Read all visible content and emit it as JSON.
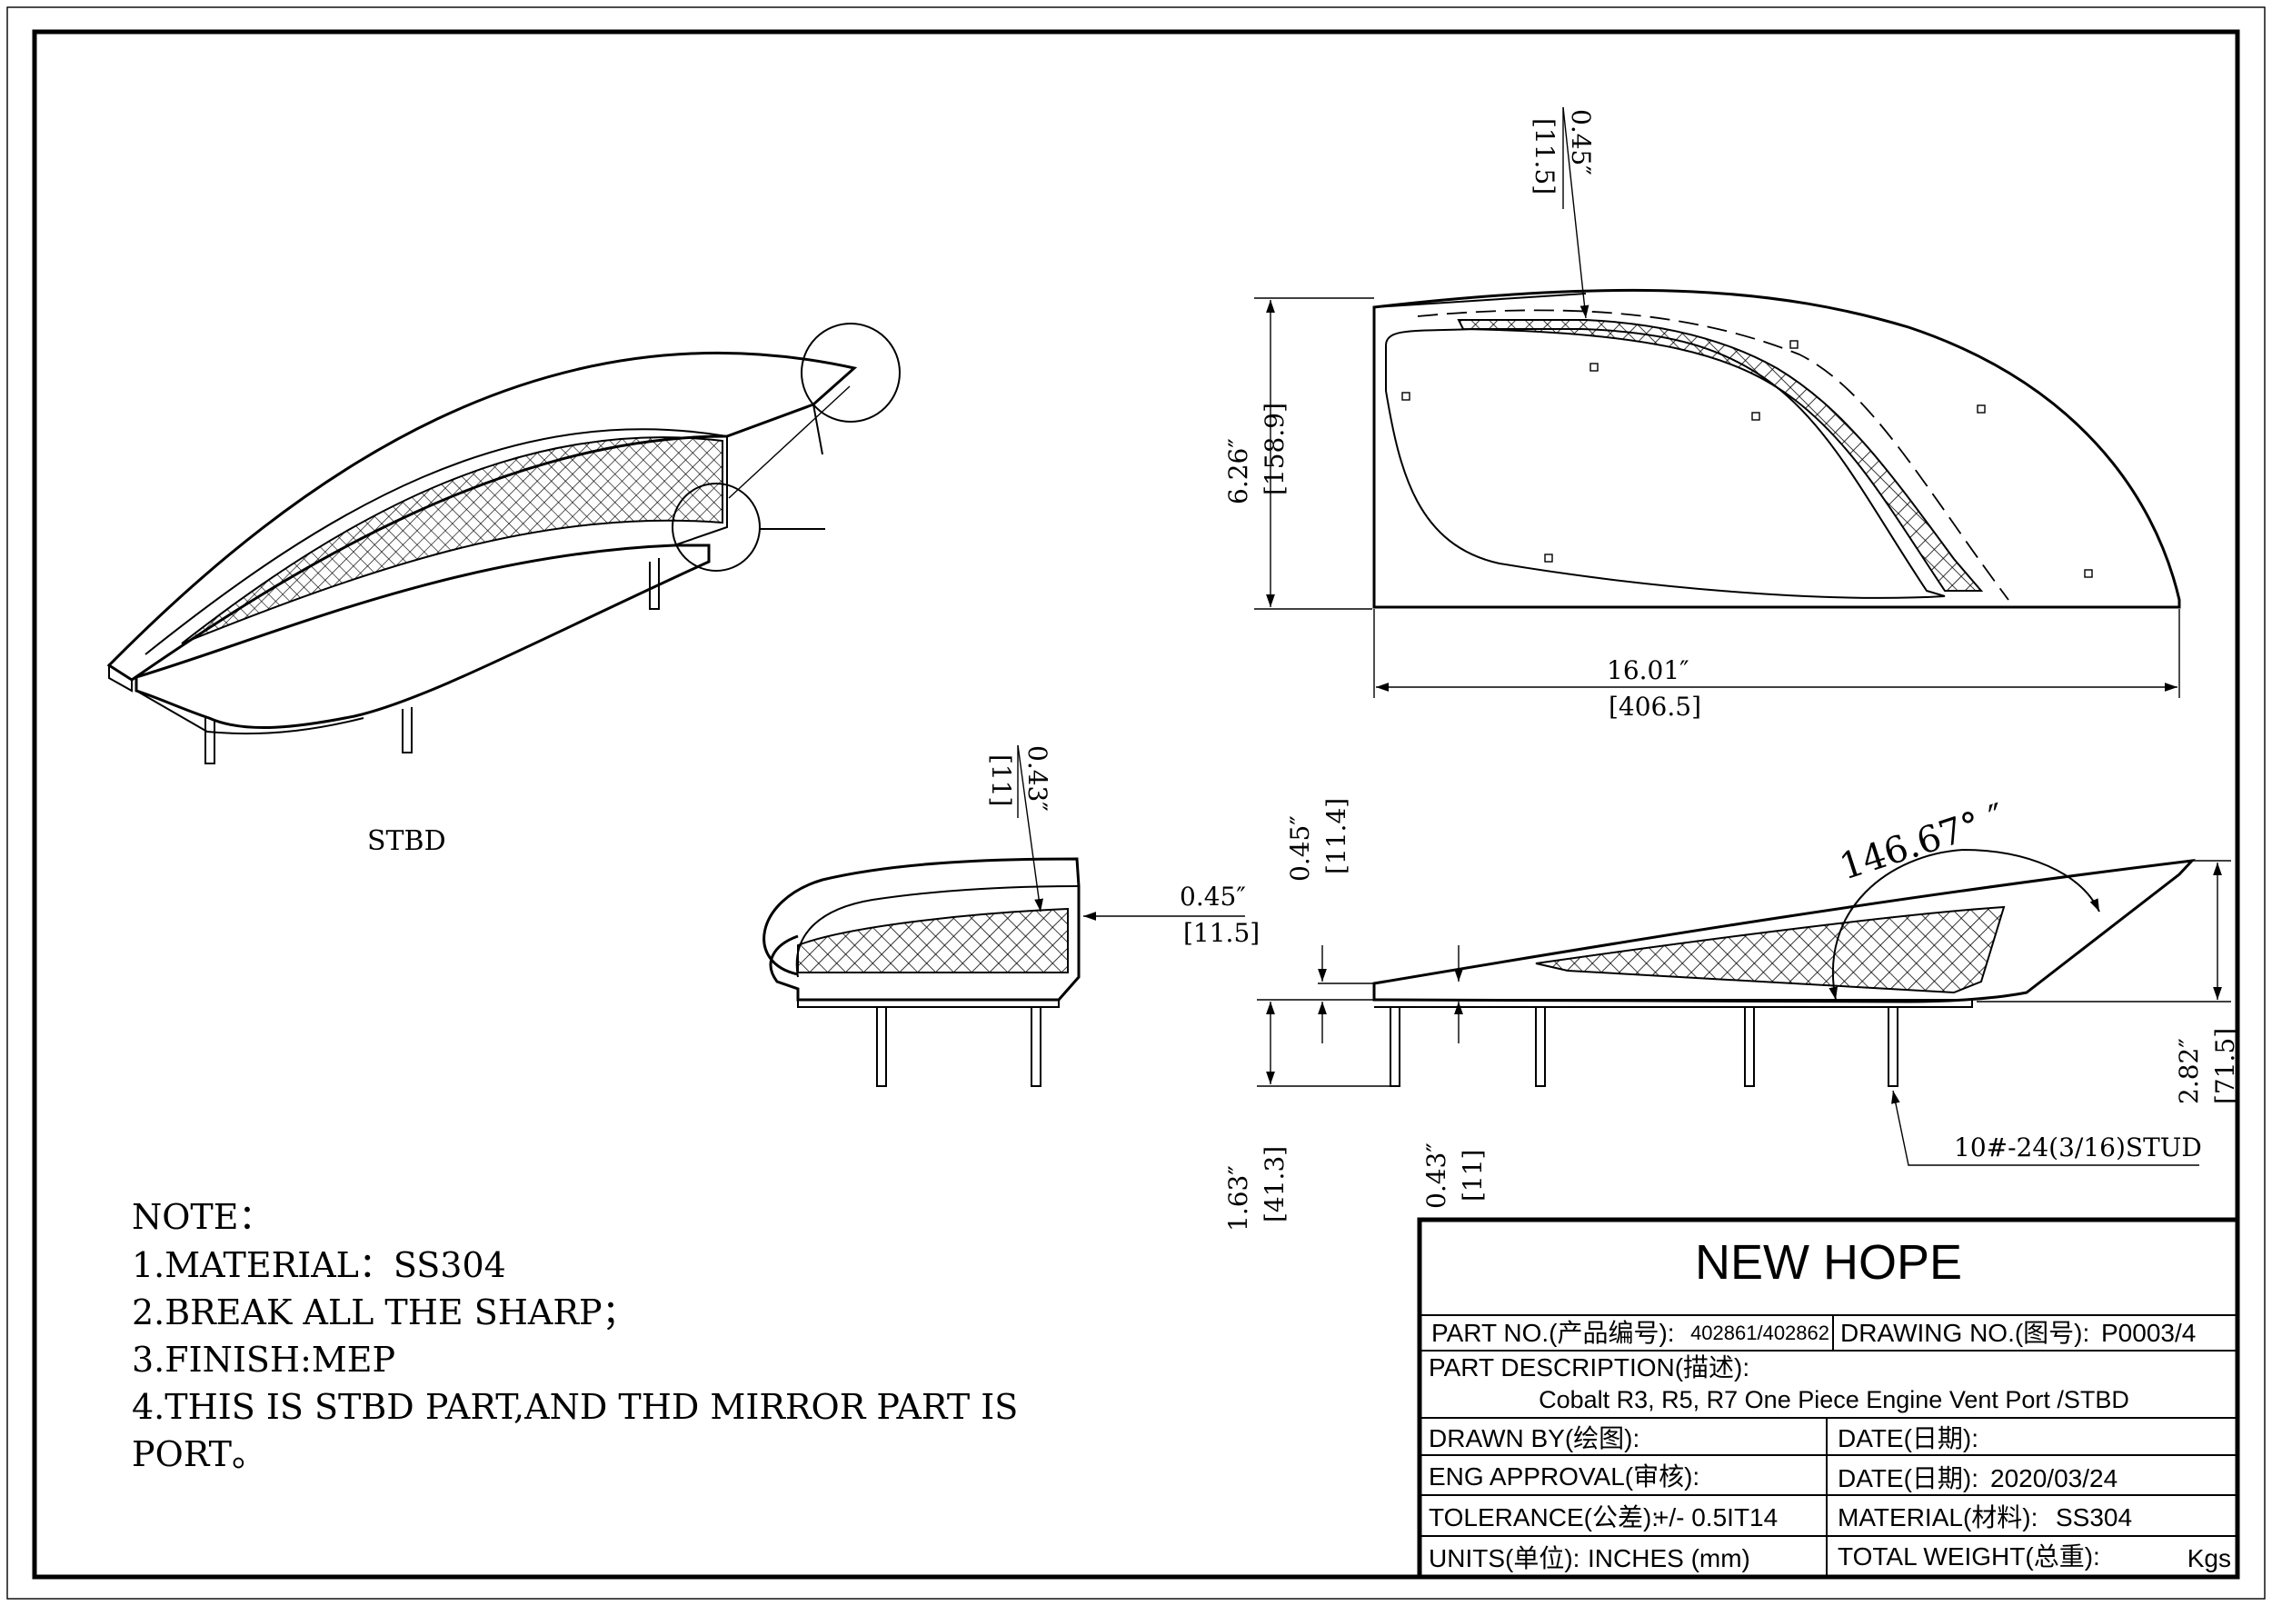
{
  "labels": {
    "stbd_view": "STBD",
    "stud": "10#-24(3/16)STUD"
  },
  "dimensions": {
    "top_gap_in": "0.45″",
    "top_gap_mm": "[11.5]",
    "height_in": "6.26″",
    "height_mm": "[158.9]",
    "length_in": "16.01″",
    "length_mm": "[406.5]",
    "angle": "146.67° ″",
    "section_top_in": "0.43″",
    "section_top_mm": "[11]",
    "section_side_in": "0.45″",
    "section_side_mm": "[11.5]",
    "side_thk_in": "0.45″",
    "side_thk_mm": "[11.4]",
    "stud_len_in": "1.63″",
    "stud_len_mm": "[41.3]",
    "base_thk_in": "0.43″",
    "base_thk_mm": "[11]",
    "side_height_in": "2.82″",
    "side_height_mm": "[71.5]"
  },
  "notes": {
    "title": "NOTE：",
    "items": [
      "1.MATERIAL：SS304",
      "2.BREAK ALL THE SHARP；",
      "3.FINISH:MEP",
      "4.THIS IS STBD PART,AND THD MIRROR PART IS",
      "PORT。"
    ]
  },
  "title_block": {
    "company": "NEW HOPE",
    "part_no_label": "PART NO.(产品编号):",
    "part_no_value": "402861/402862",
    "drawing_no_label": "DRAWING NO.(图号):",
    "drawing_no_value": "P0003/4",
    "part_desc_label": "PART DESCRIPTION(描述):",
    "part_desc_value": "Cobalt R3, R5, R7 One Piece Engine Vent Port /STBD",
    "drawn_by_label": "DRAWN BY(绘图):",
    "date_label_1": "DATE(日期):",
    "eng_approval_label": "ENG APPROVAL(审核):",
    "date_label_2": "DATE(日期):",
    "date_value_2": "2020/03/24",
    "tolerance_label": "TOLERANCE(公差):",
    "tolerance_value": "+/- 0.5IT14",
    "material_label": "MATERIAL(材料):",
    "material_value": "SS304",
    "units_label": "UNITS(单位):",
    "units_value": "INCHES (mm)",
    "weight_label": "TOTAL WEIGHT(总重):",
    "weight_unit": "Kgs"
  }
}
